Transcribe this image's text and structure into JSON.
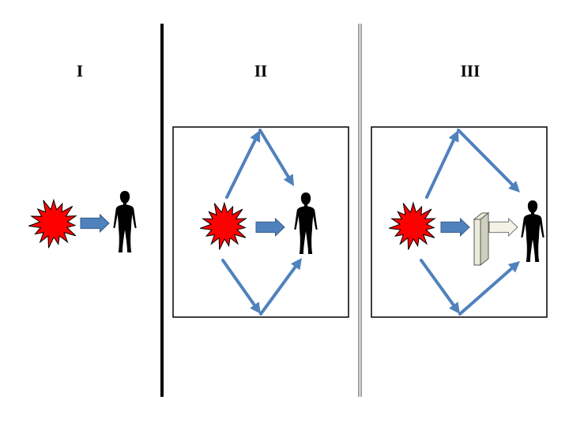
{
  "panels": [
    {
      "label": "I",
      "has_frame": false,
      "has_barrier": false
    },
    {
      "label": "II",
      "has_frame": true,
      "has_barrier": false
    },
    {
      "label": "III",
      "has_frame": true,
      "has_barrier": true
    }
  ],
  "colors": {
    "arrow": "#4f81bd",
    "arrow_outline": "#385d8a",
    "explosion": "#ff0000",
    "explosion_outline": "#000000",
    "person": "#000000",
    "frame": "#000000",
    "barrier": "#ececdc",
    "barrier_outline": "#555555",
    "barrier_arrow": "#f2f2e6"
  },
  "icons": [
    "explosion-icon",
    "person-icon",
    "arrow-icon",
    "shield-barrier-icon"
  ]
}
